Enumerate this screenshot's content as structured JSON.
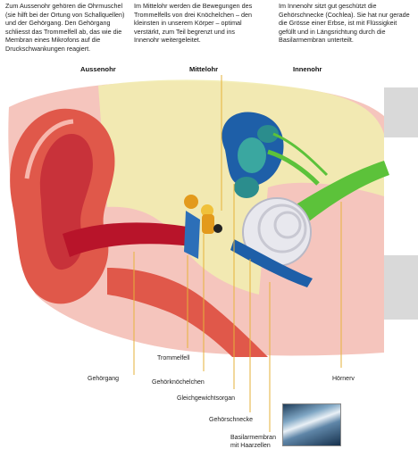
{
  "intro": {
    "outer": "Zum Aussenohr gehören die Ohrmuschel (sie hilft bei der Ortung von Schallquellen) und der Gehörgang. Den Gehörgang schliesst das Trommelfell ab, das wie die Membran eines Mikrofons auf die Druckschwankungen reagiert.",
    "middle": "Im Mittelohr werden die Bewegungen des Trommelfells von drei Knöchelchen – den kleinsten in unserem Körper – optimal verstärkt, zum Teil begrenzt und ins Innenohr weitergeleitet.",
    "inner": "Im Innenohr sitzt gut geschützt die Gehörschnecke (Cochlea). Sie hat nur gerade die Grösse einer Erbse, ist mit Flüssigkeit gefüllt und in Längsrichtung durch die Basilarmembran unterteilt."
  },
  "sections": {
    "outer": "Aussenohr",
    "middle": "Mittelohr",
    "inner": "Innenohr"
  },
  "labels": {
    "gehoergang": "Gehörgang",
    "trommelfell": "Trommelfell",
    "knoechelchen": "Gehörknöchelchen",
    "gleichgewicht": "Gleichgewichtsorgan",
    "schnecke": "Gehörschnecke",
    "basilar": "Basilarmembran\nmit Haarzellen",
    "hoernerv": "Hörnerv"
  },
  "colors": {
    "skin": "#e0584a",
    "skin_light": "#f2b3aa",
    "bone": "#f2ecb0",
    "canal": "#b8142a",
    "ossicles": "#e39a1c",
    "vestibular": "#1e5fa8",
    "cochlea": "#e8e8ee",
    "nerve": "#5cc23a",
    "leader_line": "#e6b23a"
  }
}
